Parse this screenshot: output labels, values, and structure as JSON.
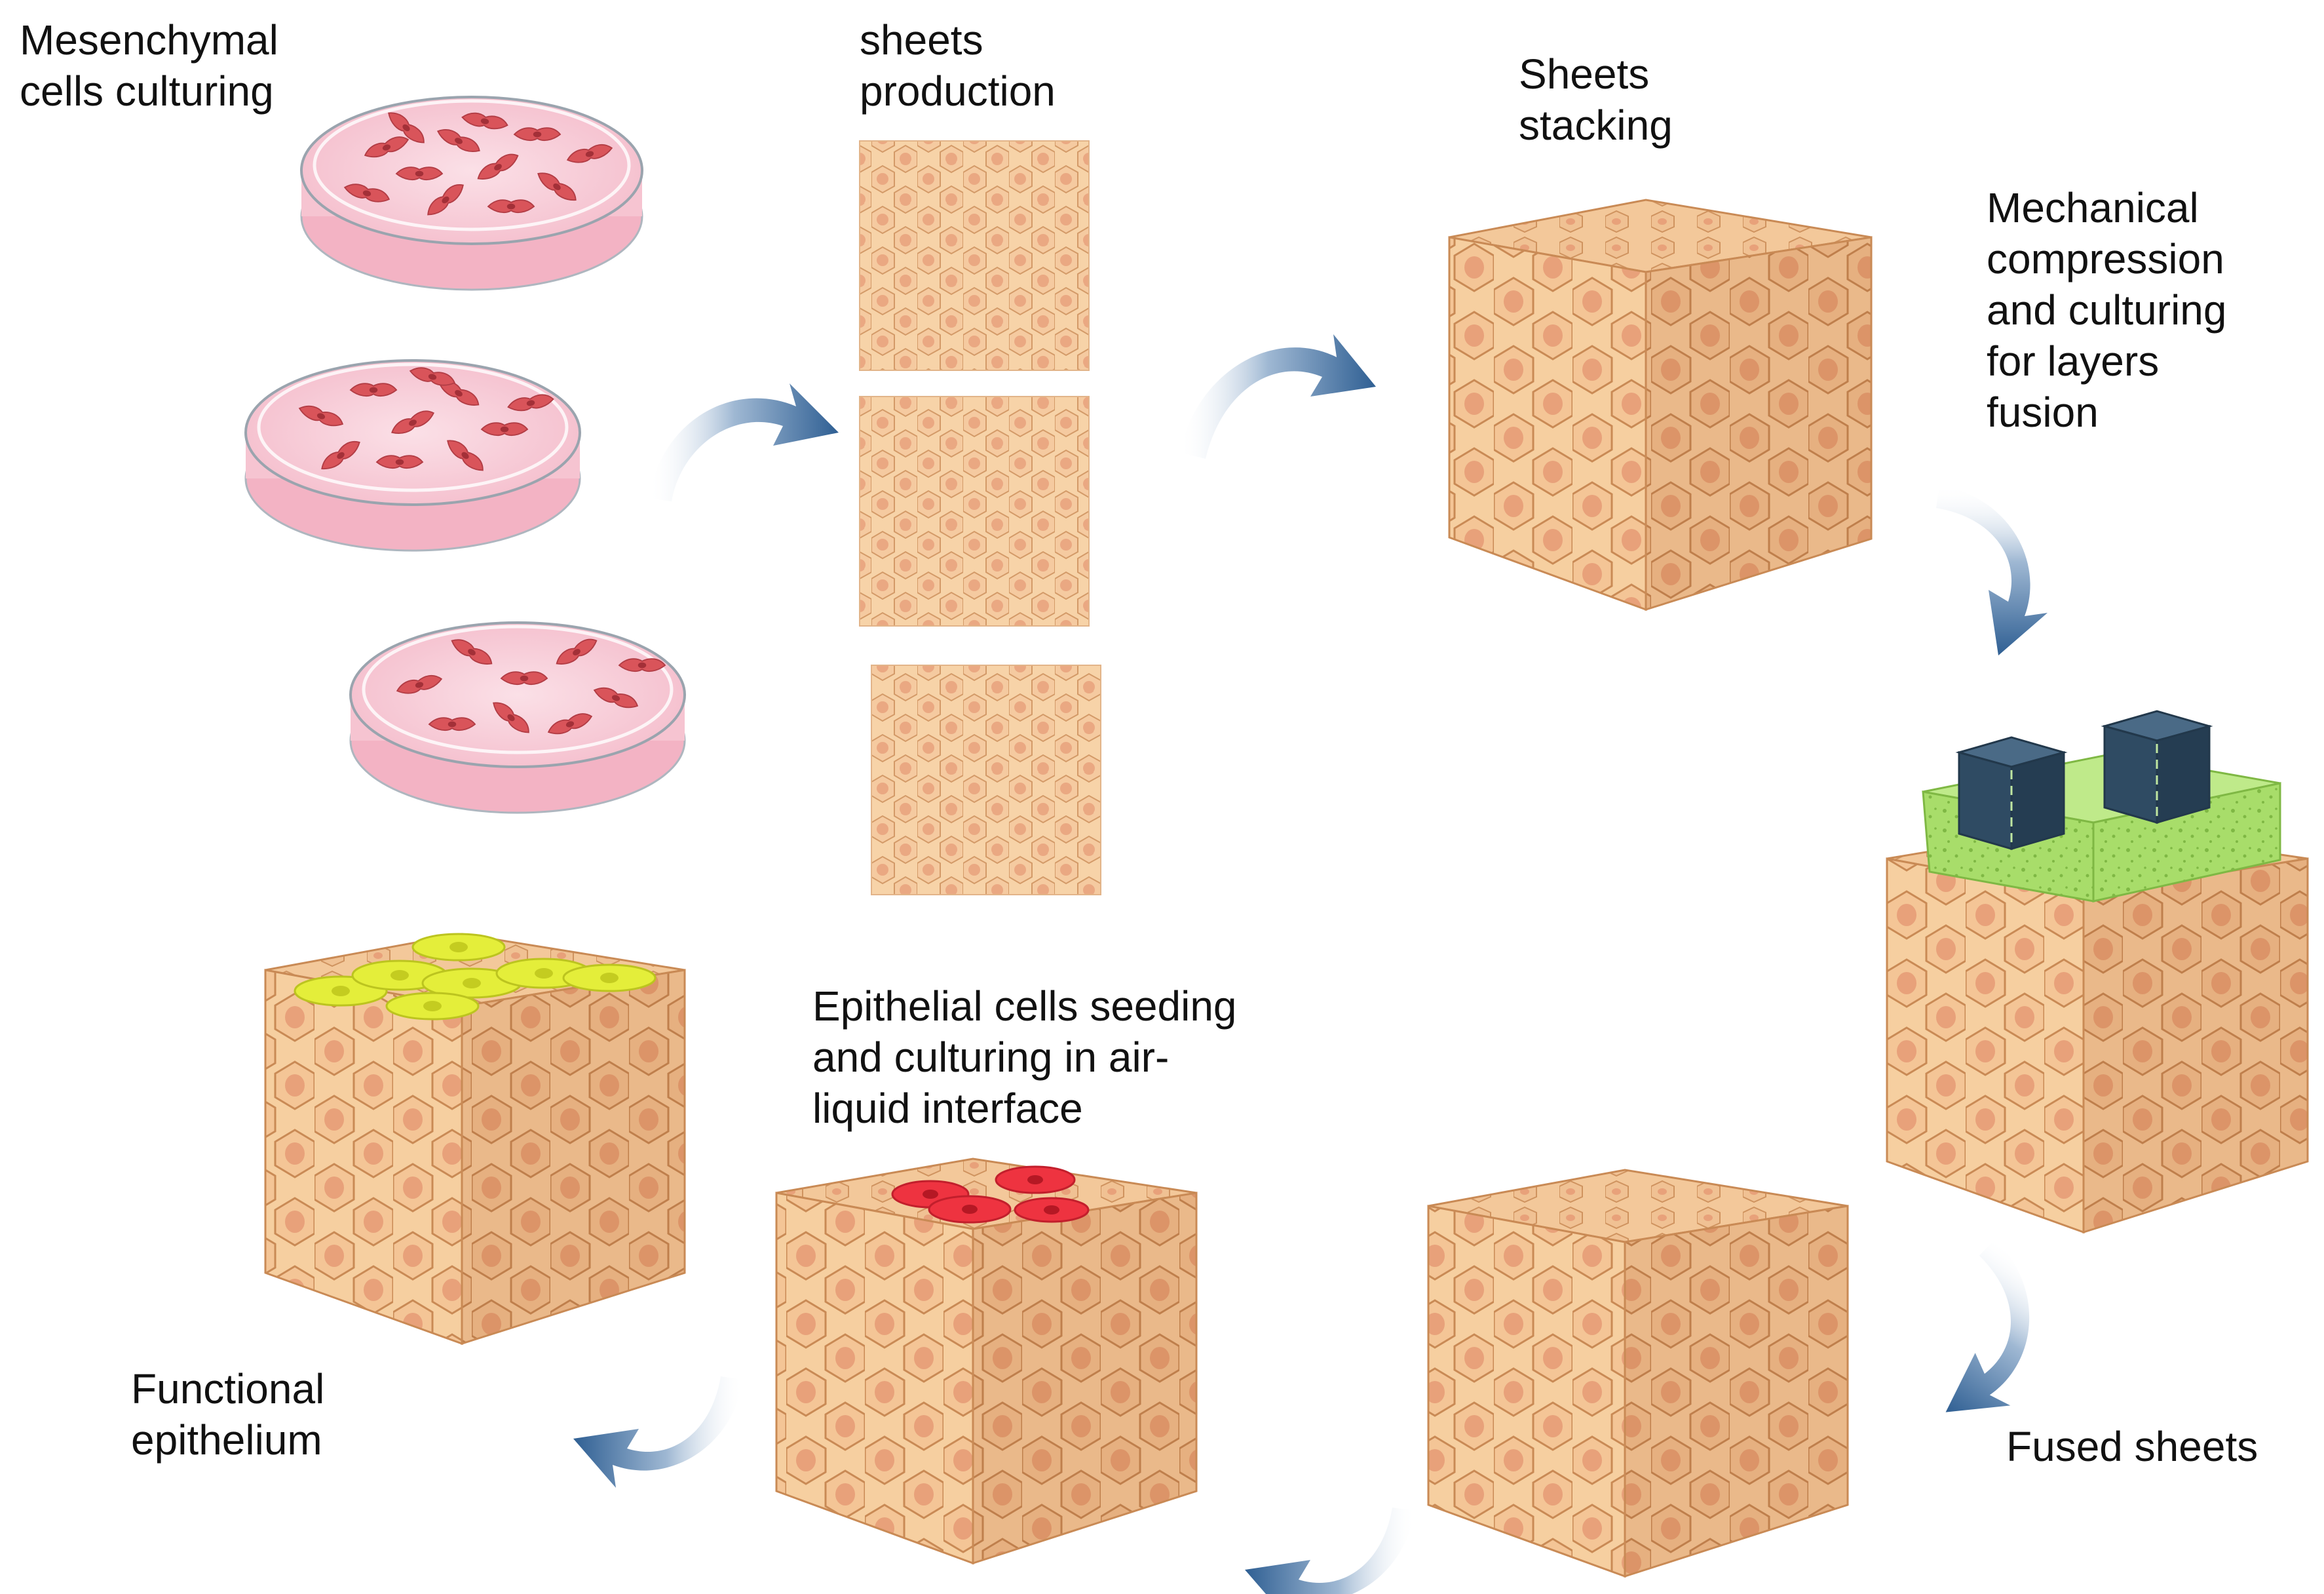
{
  "labels": {
    "mesenchymal": "Mesenchymal\ncells culturing",
    "sheets_production": "sheets\nproduction",
    "sheets_stacking": "Sheets\nstacking",
    "mechanical": "Mechanical\ncompression\nand culturing\nfor layers\nfusion",
    "fused": "Fused sheets",
    "epithelial_seeding": "Epithelial cells seeding\nand culturing in air-\nliquid interface",
    "functional": "Functional\nepithelium"
  },
  "colors": {
    "tissue_light": "#f6cfa0",
    "tissue_mid": "#eab98a",
    "tissue_dark": "#dba477",
    "cell_border": "#c98a55",
    "nucleus": "#e8a17a",
    "arrow_blue": "#2f5f93",
    "dish_pink": "#f7c9d6",
    "cell_red": "#d9545a",
    "sponge_green": "#a8dd6a",
    "weight_navy": "#2f4b63",
    "epithelial_red": "#ee3340",
    "epithelial_yellow": "#e4ee3a"
  },
  "icons": [
    "petri-dish-icon",
    "cell-sheet-icon",
    "tissue-cube-icon",
    "curved-arrow-icon",
    "sponge-icon",
    "weight-cube-icon"
  ]
}
